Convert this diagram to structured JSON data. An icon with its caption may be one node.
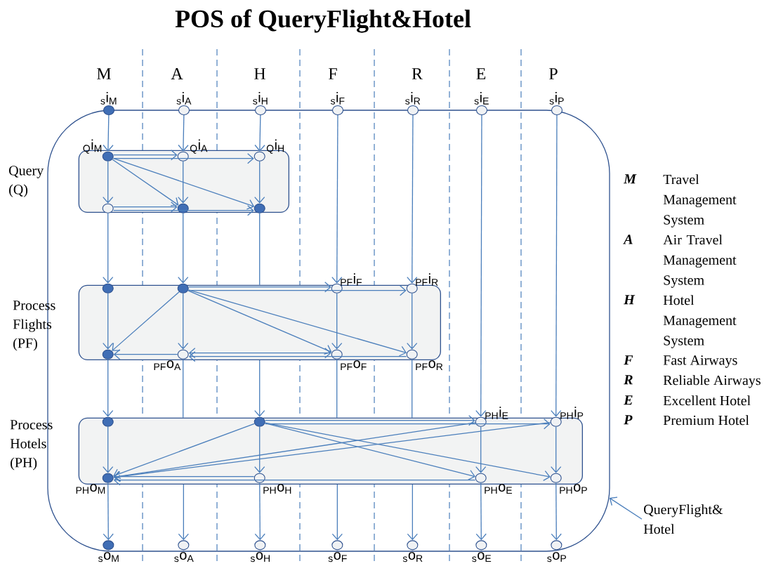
{
  "diagram": {
    "title": "POS of QueryFlight&Hotel",
    "nodes": [
      {
        "text": [],
        "shape": "box"
      },
      {
        "text": [],
        "shape": "dot",
        "beside": [
          "$_{s}$i$_{M}$"
        ]
      },
      {
        "text": [],
        "shape": "circle",
        "beside": [
          "$_{s}$i$_{A}$"
        ]
      },
      {
        "text": [],
        "shape": "circle",
        "beside": [
          "$_{s}$i$_{H}$"
        ]
      },
      {
        "text": [],
        "shape": "circle",
        "beside": [
          "$_{s}$i$_{F}$"
        ]
      },
      {
        "text": [],
        "shape": "circle",
        "beside": [
          "$_{s}$i$_{R}$"
        ]
      },
      {
        "text": [],
        "shape": "circle",
        "beside": [
          "$_{s}$i$_{E}$"
        ]
      },
      {
        "text": [],
        "shape": "circle",
        "beside": [
          "$_{s}$i$_{P}$"
        ]
      },
      {
        "text": [
          "Query (Q)"
        ],
        "in": 0
      },
      {
        "text": [],
        "shape": "dot",
        "beside": [
          "$_{Q}$i$_{M}$"
        ],
        "in": 8
      },
      {
        "text": [],
        "shape": "circle",
        "beside": [
          "$_{Q}$i$_{A}$"
        ],
        "in": 8
      },
      {
        "text": [],
        "shape": "circle",
        "beside": [
          "$_{Q}$i$_{H}$"
        ],
        "in": 8
      },
      {
        "text": [],
        "shape": "circle",
        "in": 8
      },
      {
        "text": [],
        "shape": "dot",
        "in": 8
      },
      {
        "text": [],
        "shape": "dot",
        "in": 8
      },
      {
        "text": [
          "Process Flights (PF)"
        ],
        "in": 0
      },
      {
        "text": [],
        "shape": "dot",
        "in": 15
      },
      {
        "text": [],
        "shape": "dot",
        "in": 15
      },
      {
        "text": [],
        "shape": "circle",
        "beside": [
          "$_{PF}$i$_{F}$"
        ],
        "in": 15
      },
      {
        "text": [],
        "shape": "circle",
        "beside": [
          "$_{PF}$i$_{R}$"
        ],
        "in": 15
      },
      {
        "text": [],
        "shape": "dot",
        "in": 15
      },
      {
        "text": [],
        "shape": "circle",
        "beside": [
          "$_{PF}$o$_{A}$"
        ],
        "in": 15
      },
      {
        "text": [],
        "shape": "circle",
        "beside": [
          "$_{PF}$o$_{F}$"
        ],
        "in": 15
      },
      {
        "text": [],
        "shape": "circle",
        "beside": [
          "$_{PF}$o$_{R}$"
        ],
        "in": 15
      },
      {
        "text": [
          "Process Hotels (PH)"
        ],
        "in": 0
      },
      {
        "text": [],
        "shape": "dot",
        "in": 24
      },
      {
        "text": [],
        "shape": "dot",
        "in": 24
      },
      {
        "text": [],
        "shape": "circle",
        "beside": [
          "$_{PH}$i$_{E}$"
        ],
        "in": 24
      },
      {
        "text": [],
        "shape": "circle",
        "beside": [
          "$_{PH}$i$_{P}$"
        ],
        "in": 24
      },
      {
        "text": [],
        "shape": "dot",
        "beside": [
          "$_{PH}$o$_{M}$"
        ],
        "in": 24
      },
      {
        "text": [],
        "shape": "circle",
        "beside": [
          "$_{PH}$o$_{H}$"
        ],
        "in": 24
      },
      {
        "text": [],
        "shape": "circle",
        "beside": [
          "$_{PH}$o$_{E}$"
        ],
        "in": 24
      },
      {
        "text": [],
        "shape": "circle",
        "beside": [
          "$_{PH}$o$_{P}$"
        ],
        "in": 24
      },
      {
        "text": [],
        "shape": "dot",
        "beside": [
          "$_{s}$o$_{M}$"
        ],
        "in": 0
      },
      {
        "text": [],
        "shape": "circle",
        "beside": [
          "$_{s}$o$_{A}$"
        ],
        "in": 0
      },
      {
        "text": [],
        "shape": "circle",
        "beside": [
          "$_{s}$o$_{H}$"
        ],
        "in": 0
      },
      {
        "text": [],
        "shape": "circle",
        "beside": [
          "$_{s}$o$_{F}$"
        ],
        "in": 0
      },
      {
        "text": [],
        "shape": "circle",
        "beside": [
          "$_{s}$o$_{R}$"
        ],
        "in": 0
      },
      {
        "text": [],
        "shape": "circle",
        "beside": [
          "$_{s}$o$_{E}$"
        ],
        "in": 0
      },
      {
        "text": [],
        "shape": "circle",
        "beside": [
          "$_{s}$o$_{P}$"
        ],
        "in": 0
      },
      {
        "text": [
          "QueryFlight& Hotel"
        ]
      }
    ],
    "edges": [
      {
        "from": 1,
        "to": 9,
        "arrow": "to"
      },
      {
        "from": 2,
        "to": 10,
        "arrow": "to"
      },
      {
        "from": 3,
        "to": 11,
        "arrow": "to"
      },
      {
        "from": 4,
        "to": 18,
        "arrow": "to"
      },
      {
        "from": 5,
        "to": 19,
        "arrow": "to"
      },
      {
        "from": 6,
        "to": 27,
        "arrow": "to"
      },
      {
        "from": 7,
        "to": 28,
        "arrow": "to"
      },
      {
        "from": 9,
        "to": 10,
        "arrow": "to"
      },
      {
        "from": 9,
        "to": 11,
        "arrow": "to"
      },
      {
        "from": 9,
        "to": 12,
        "arrow": "to"
      },
      {
        "from": 9,
        "to": 13,
        "arrow": "to"
      },
      {
        "from": 9,
        "to": 14,
        "arrow": "to"
      },
      {
        "from": 10,
        "to": 13,
        "arrow": "to"
      },
      {
        "from": 11,
        "to": 14,
        "arrow": "to"
      },
      {
        "from": 12,
        "to": 13,
        "arrow": "to"
      },
      {
        "from": 12,
        "to": 14,
        "arrow": "to"
      },
      {
        "from": 12,
        "to": 16,
        "arrow": "to"
      },
      {
        "from": 13,
        "to": 17,
        "arrow": "to"
      },
      {
        "from": 14,
        "to": 15,
        "arrow": "none"
      },
      {
        "from": 16,
        "to": 20,
        "arrow": "to"
      },
      {
        "from": 17,
        "to": 18,
        "arrow": "to"
      },
      {
        "from": 17,
        "to": 19,
        "arrow": "to"
      },
      {
        "from": 17,
        "to": 20,
        "arrow": "to"
      },
      {
        "from": 17,
        "to": 21,
        "arrow": "to"
      },
      {
        "from": 17,
        "to": 22,
        "arrow": "to"
      },
      {
        "from": 17,
        "to": 23,
        "arrow": "to"
      },
      {
        "from": 18,
        "to": 22,
        "arrow": "to"
      },
      {
        "from": 19,
        "to": 23,
        "arrow": "to"
      },
      {
        "from": 21,
        "to": 20,
        "arrow": "to"
      },
      {
        "from": 21,
        "to": 22,
        "arrow": "both"
      },
      {
        "from": 23,
        "to": 21,
        "arrow": "to"
      },
      {
        "from": 20,
        "to": 25,
        "arrow": "to"
      },
      {
        "from": 21,
        "to": 24,
        "arrow": "none"
      },
      {
        "from": 22,
        "to": 24,
        "arrow": "none"
      },
      {
        "from": 23,
        "to": 24,
        "arrow": "none"
      },
      {
        "from": 15,
        "to": 26,
        "arrow": "to"
      },
      {
        "from": 25,
        "to": 29,
        "arrow": "to"
      },
      {
        "from": 26,
        "to": 27,
        "arrow": "to"
      },
      {
        "from": 26,
        "to": 28,
        "arrow": "to"
      },
      {
        "from": 26,
        "to": 29,
        "arrow": "to"
      },
      {
        "from": 26,
        "to": 30,
        "arrow": "to"
      },
      {
        "from": 26,
        "to": 31,
        "arrow": "to"
      },
      {
        "from": 26,
        "to": 32,
        "arrow": "to"
      },
      {
        "from": 27,
        "to": 29,
        "arrow": "to"
      },
      {
        "from": 28,
        "to": 29,
        "arrow": "to"
      },
      {
        "from": 27,
        "to": 31,
        "arrow": "to"
      },
      {
        "from": 28,
        "to": 32,
        "arrow": "to"
      },
      {
        "from": 30,
        "to": 29,
        "arrow": "to"
      },
      {
        "from": 31,
        "to": 29,
        "arrow": "to"
      },
      {
        "from": 29,
        "to": 33,
        "arrow": "to"
      },
      {
        "from": 30,
        "to": 35,
        "arrow": "to"
      },
      {
        "from": 31,
        "to": 38,
        "arrow": "to"
      },
      {
        "from": 32,
        "to": 39,
        "arrow": "to"
      },
      {
        "from": 24,
        "to": 34,
        "arrow": "to"
      },
      {
        "from": 24,
        "to": 36,
        "arrow": "to"
      },
      {
        "from": 24,
        "to": 37,
        "arrow": "to"
      },
      {
        "from": 40,
        "to": 0,
        "arrow": "to"
      }
    ],
    "labels": [
      "M",
      "A",
      "H",
      "F",
      "R",
      "E",
      "P",
      "M",
      "Travel Management System",
      "A",
      "Air Travel Management System",
      "H",
      "Hotel Management System",
      "F",
      "Fast Airways",
      "R",
      "Reliable Airways",
      "E",
      "Excellent Hotel",
      "P",
      "Premium Hotel"
    ]
  }
}
